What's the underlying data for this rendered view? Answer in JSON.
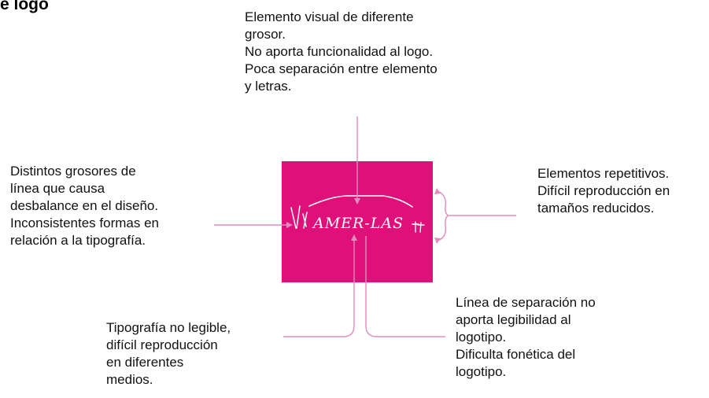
{
  "title": "e logo",
  "colors": {
    "brand_magenta": "#e0107a",
    "connector": "#e28bbf",
    "logo_ink": "#ffffff"
  },
  "logo": {
    "wordmark": "AMER-LAS"
  },
  "annotations": {
    "top": {
      "lines": [
        "Elemento visual de diferente",
        "grosor.",
        "No aporta funcionalidad al logo.",
        "Poca separación entre elemento",
        "y letras."
      ]
    },
    "left": {
      "lines": [
        "Distintos grosores de",
        "línea que causa",
        "desbalance en el diseño.",
        "Inconsistentes formas en",
        "relación a la tipografía."
      ]
    },
    "right": {
      "lines": [
        "Elementos repetitivos.",
        "Difícil reproducción en",
        "tamaños reducidos."
      ]
    },
    "bottom_left": {
      "lines": [
        "Tipografía no legible,",
        "difícil reproducción",
        "en diferentes",
        "medios."
      ]
    },
    "bottom_right": {
      "lines": [
        "Línea de separación no",
        "aporta legibilidad al",
        "logotipo.",
        "Dificulta fonética del",
        "logotipo."
      ]
    }
  }
}
